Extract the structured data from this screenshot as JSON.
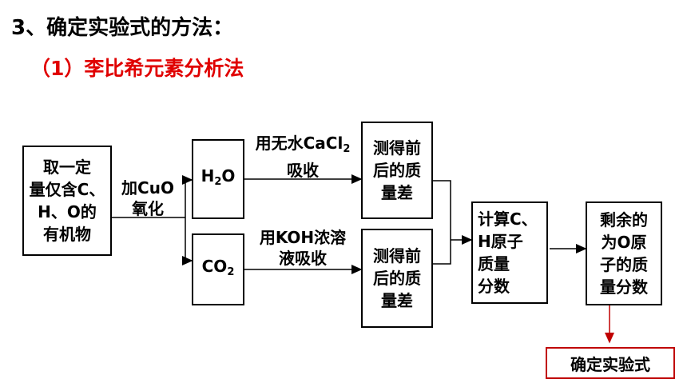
{
  "heading": "3、确定实验式的方法：",
  "subheading": "（1）李比希元素分析法",
  "boxes": {
    "sample": [
      "取一定",
      "量仅含C、",
      "H、O的",
      "有机物"
    ],
    "h2o": {
      "base": "H",
      "sub": "2",
      "tail": "O"
    },
    "co2": {
      "base": "CO",
      "sub": "2"
    },
    "mass_top": [
      "测得前",
      "后的质",
      "量差"
    ],
    "mass_bottom": [
      "测得前",
      "后的质",
      "量差"
    ],
    "calc": [
      "计算C、",
      "H原子",
      "质量",
      "分数"
    ],
    "remain": [
      "剩余的",
      "为O原",
      "子的质",
      "量分数"
    ],
    "result": "确定实验式"
  },
  "labels": {
    "oxidize": [
      "加CuO",
      "氧化"
    ],
    "absorb_top": {
      "line1_base": "用无水CaCl",
      "line1_sub": "2",
      "line2": "吸收"
    },
    "absorb_bottom": [
      "用KOH浓溶",
      "液吸收"
    ]
  },
  "colors": {
    "accent": "#e00000",
    "result_border": "#c00000",
    "arrow_red": "#c00000"
  }
}
